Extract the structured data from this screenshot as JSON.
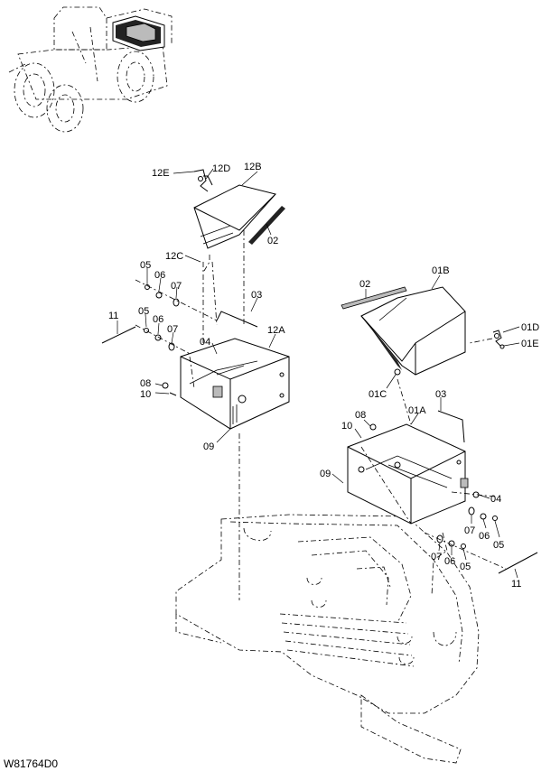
{
  "diagram": {
    "drawing_code": "W81764D0",
    "callouts": {
      "left_12E": "12E",
      "left_12D": "12D",
      "left_12B": "12B",
      "left_02": "02",
      "left_12C": "12C",
      "left_05a": "05",
      "left_06a": "06",
      "left_07a": "07",
      "left_03": "03",
      "left_11": "11",
      "left_05b": "05",
      "left_06b": "06",
      "left_07b": "07",
      "left_12A": "12A",
      "left_04": "04",
      "left_08": "08",
      "left_10": "10",
      "left_09": "09",
      "right_02": "02",
      "right_01B": "01B",
      "right_01D": "01D",
      "right_01E": "01E",
      "right_01C": "01C",
      "right_03": "03",
      "right_08": "08",
      "right_01A": "01A",
      "right_10": "10",
      "right_09": "09",
      "right_04": "04",
      "right_07a": "07",
      "right_06a": "06",
      "right_05a": "05",
      "right_07b": "07",
      "right_06b": "06",
      "right_05b": "05",
      "right_11": "11"
    }
  }
}
